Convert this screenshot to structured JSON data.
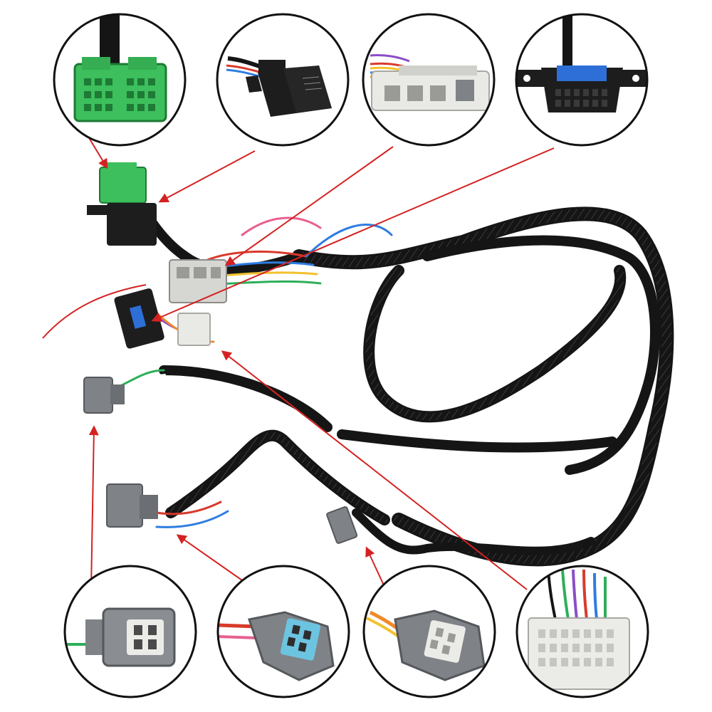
{
  "colors": {
    "background": "#ffffff",
    "sheath": "#151515",
    "sheath_texture": "#3a3a3a",
    "pointer": "#d42222",
    "connector_gray": "#7f8286",
    "connector_green": "#3cbf5c",
    "connector_white": "#e9e9e6",
    "relay_black": "#1d1d1d",
    "obd_blue": "#2d6fd6",
    "wire_colors": [
      "#d93a2b",
      "#2e7de0",
      "#f2c12e",
      "#2fae5a",
      "#f08a2a",
      "#8a4fc7",
      "#ffffff",
      "#e85f8f"
    ]
  },
  "callouts": [
    {
      "id": "green-ecu-connector",
      "icon": "green-multipin-connector-icon"
    },
    {
      "id": "relay",
      "icon": "black-relay-icon"
    },
    {
      "id": "white-gray-connector",
      "icon": "white-gray-connector-icon"
    },
    {
      "id": "obd2-port",
      "icon": "obd2-port-icon"
    },
    {
      "id": "gray-4pin-connector-a",
      "icon": "gray-4pin-connector-icon"
    },
    {
      "id": "gray-blue-connector",
      "icon": "gray-blue-4pin-connector-icon"
    },
    {
      "id": "gray-4pin-connector-b",
      "icon": "gray-4pin-connector-icon"
    },
    {
      "id": "white-multipin-connector",
      "icon": "white-multipin-connector-icon"
    }
  ]
}
